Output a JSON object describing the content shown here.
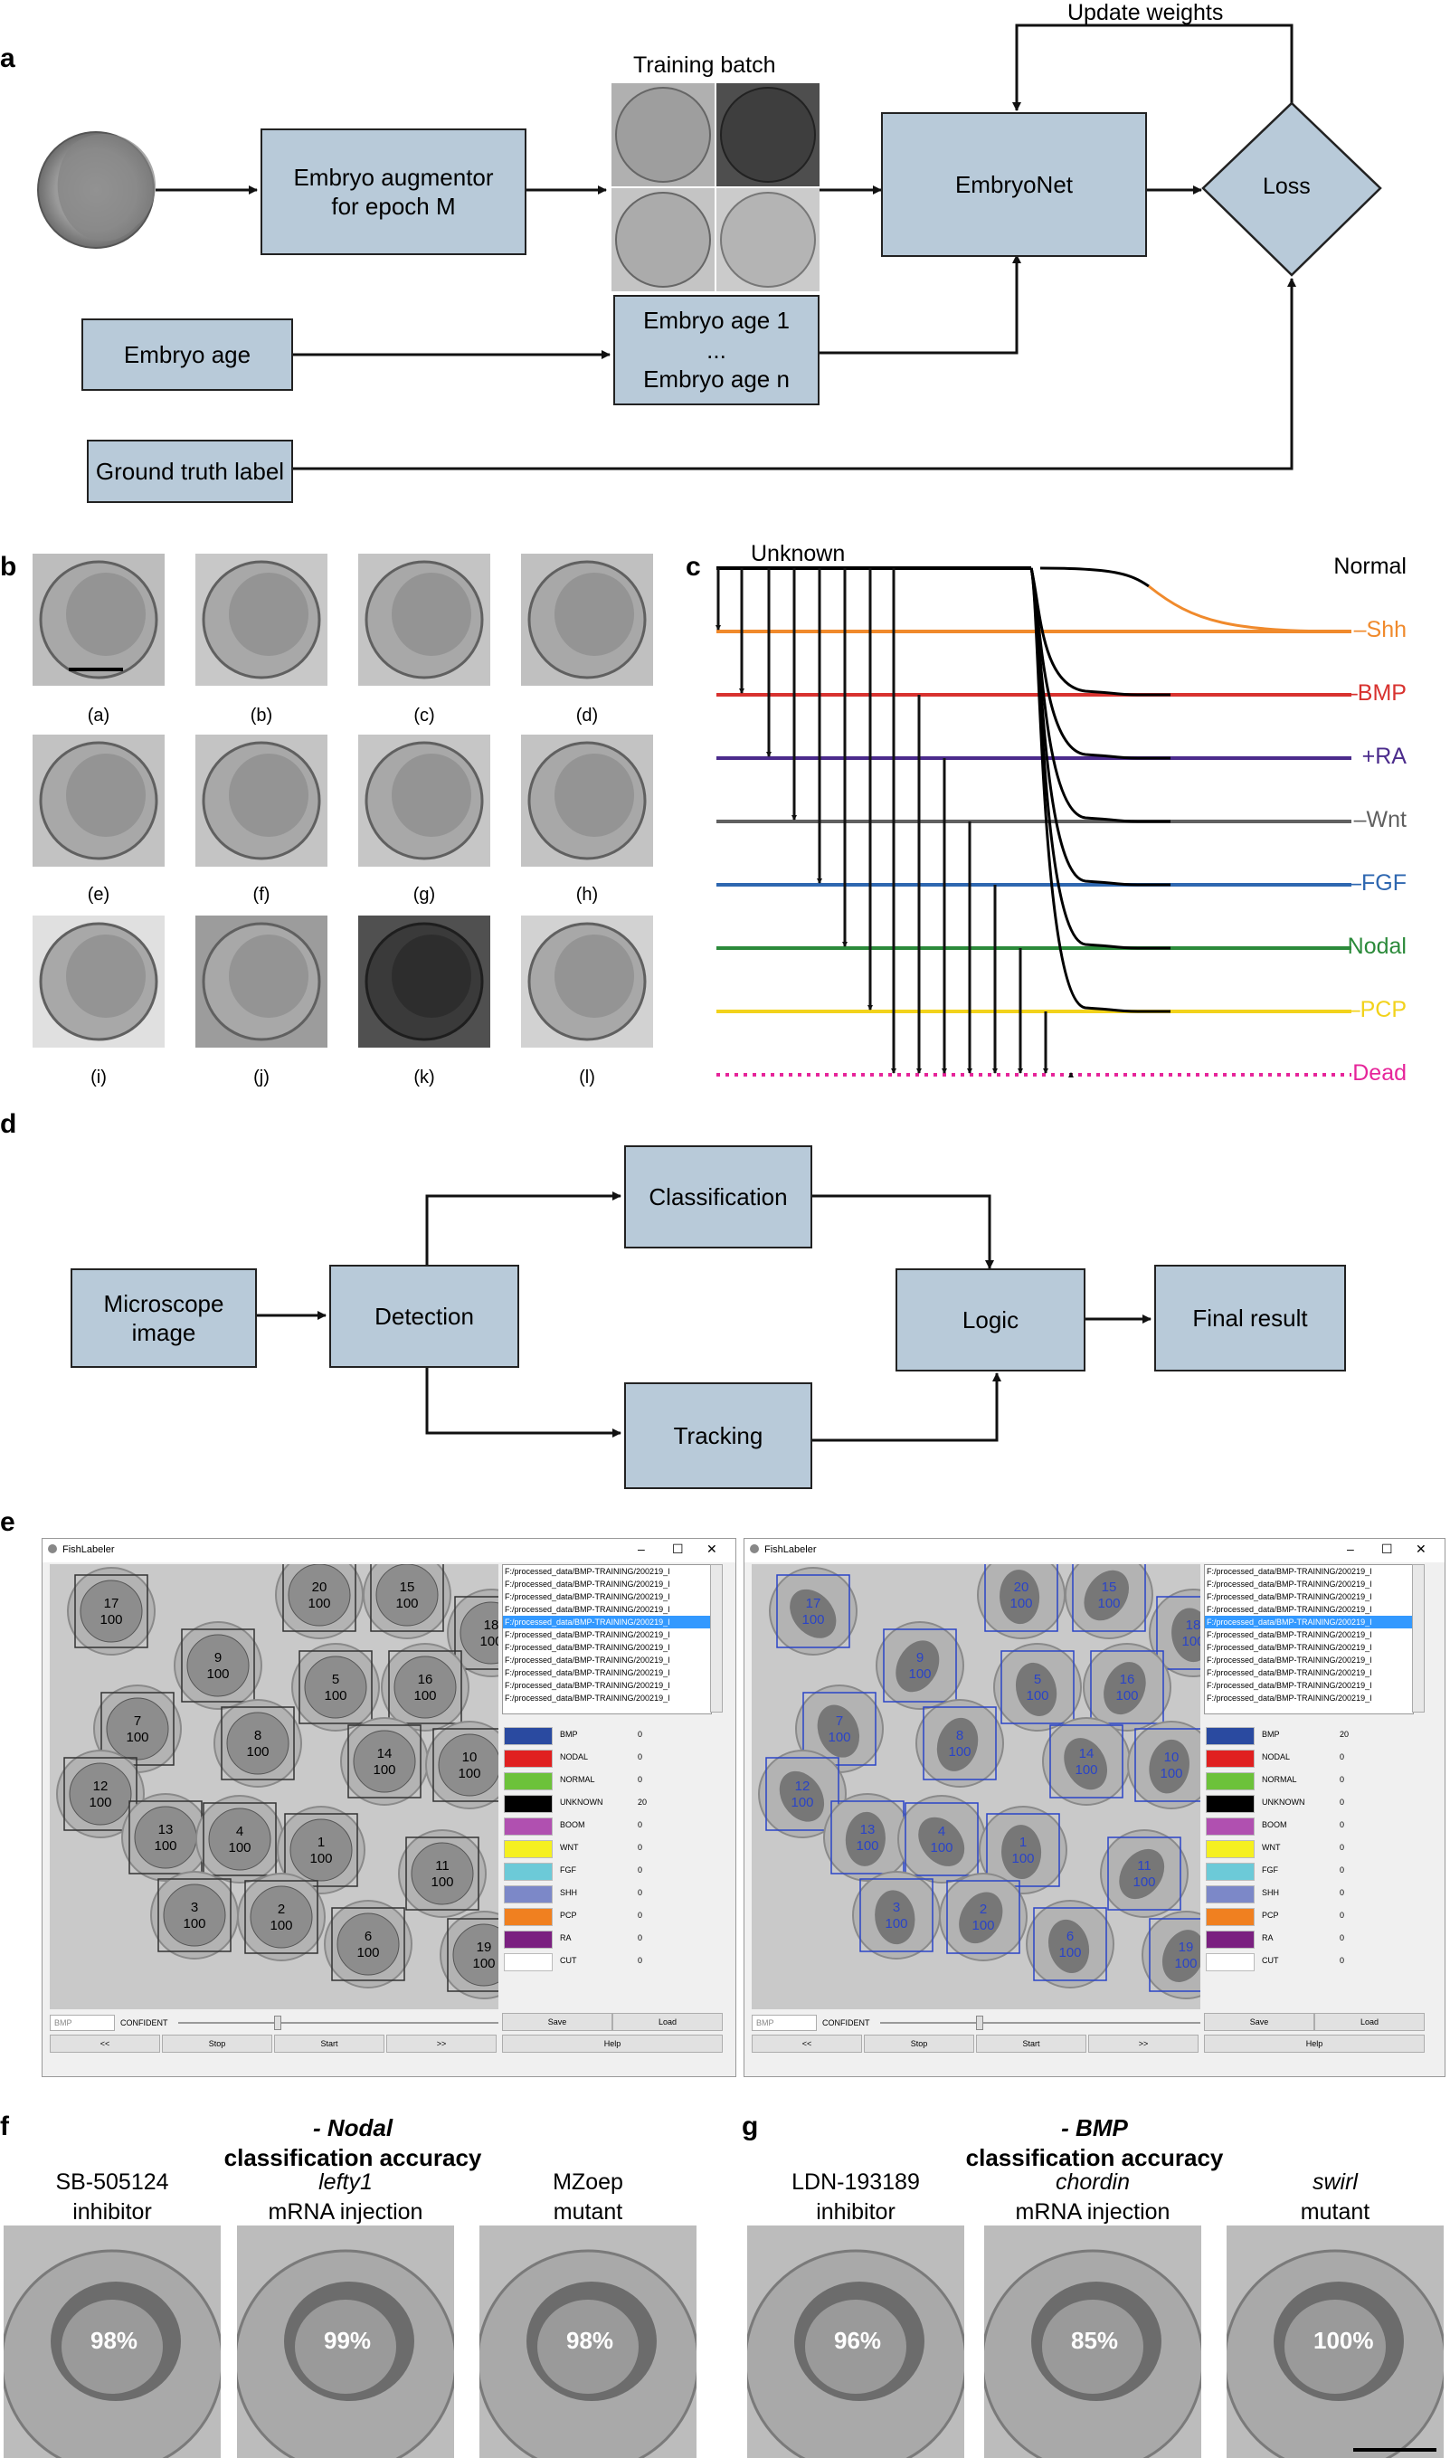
{
  "panels": {
    "a": "a",
    "b": "b",
    "c": "c",
    "d": "d",
    "e": "e",
    "f": "f",
    "g": "g"
  },
  "panel_a": {
    "augmentor": "Embryo augmentor for epoch M",
    "training_batch": "Training batch",
    "embryonet": "EmbryoNet",
    "loss": "Loss",
    "update_weights": "Update weights",
    "embryo_age": "Embryo age",
    "age_list": [
      "Embryo  age 1",
      "...",
      "Embryo age n"
    ],
    "ground_truth": "Ground truth label"
  },
  "panel_b": {
    "captions": [
      "(a)",
      "(b)",
      "(c)",
      "(d)",
      "(e)",
      "(f)",
      "(g)",
      "(h)",
      "(i)",
      "(j)",
      "(k)",
      "(l)"
    ],
    "backgrounds": [
      "#bdbdbd",
      "#c8c8c8",
      "#c4c4c4",
      "#c0c0c0",
      "#c2c2c2",
      "#c4c4c4",
      "#c6c6c6",
      "#c3c3c3",
      "#e0e0e0",
      "#9c9c9c",
      "#505050",
      "#d2d2d2"
    ]
  },
  "panel_c": {
    "unknown": "Unknown",
    "classes": [
      {
        "name": "Normal",
        "color": "#000000"
      },
      {
        "name": "–Shh",
        "color": "#f08a2c"
      },
      {
        "name": "–BMP",
        "color": "#d8322f"
      },
      {
        "name": "+RA",
        "color": "#4b2b8c"
      },
      {
        "name": "–Wnt",
        "color": "#606060"
      },
      {
        "name": "–FGF",
        "color": "#2e67b0"
      },
      {
        "name": "–Nodal",
        "color": "#2b8a3a"
      },
      {
        "name": "–PCP",
        "color": "#f2d21b"
      },
      {
        "name": "Dead",
        "color": "#e6259a"
      }
    ]
  },
  "panel_d": {
    "microscope": "Microscope image",
    "detection": "Detection",
    "classification": "Classification",
    "tracking": "Tracking",
    "logic": "Logic",
    "final": "Final result"
  },
  "panel_e": {
    "window_title": "FishLabeler",
    "file_entry": "F:/processed_data/BMP-TRAINING/200219_I",
    "legend": [
      {
        "name": "BMP",
        "color": "#2a4aa0"
      },
      {
        "name": "NODAL",
        "color": "#e02020"
      },
      {
        "name": "NORMAL",
        "color": "#6cc23a"
      },
      {
        "name": "UNKNOWN",
        "color": "#000000"
      },
      {
        "name": "BOOM",
        "color": "#b050b0"
      },
      {
        "name": "WNT",
        "color": "#f5f020"
      },
      {
        "name": "FGF",
        "color": "#6ccad8"
      },
      {
        "name": "SHH",
        "color": "#7c88c8"
      },
      {
        "name": "PCP",
        "color": "#f08020"
      },
      {
        "name": "RA",
        "color": "#7a2080"
      },
      {
        "name": "CUT",
        "color": "#ffffff"
      }
    ],
    "left_counts": [
      "0",
      "0",
      "0",
      "20",
      "0",
      "0",
      "0",
      "0",
      "0",
      "0",
      "0"
    ],
    "right_counts": [
      "20",
      "0",
      "0",
      "0",
      "0",
      "0",
      "0",
      "0",
      "0",
      "0",
      "0"
    ],
    "dropdown": "BMP",
    "confident": "CONFIDENT",
    "btn_save": "Save",
    "btn_load": "Load",
    "btn_prev": "<<",
    "btn_stop": "Stop",
    "btn_start": "Start",
    "btn_next": ">>",
    "btn_help": "Help",
    "embryo_ids": [
      "17",
      "20",
      "15",
      "18",
      "9",
      "5",
      "16",
      "7",
      "8",
      "14",
      "10",
      "12",
      "13",
      "4",
      "1",
      "11",
      "3",
      "2",
      "6",
      "19"
    ],
    "score": "100"
  },
  "panel_f": {
    "title_line1": "- Nodal",
    "title_line2": "classification accuracy",
    "items": [
      {
        "line1": "SB-505124",
        "line2": "inhibitor",
        "pct": "98%"
      },
      {
        "line1": "lefty1",
        "line2": "mRNA injection",
        "pct": "99%"
      },
      {
        "line1": "MZoep",
        "line2": "mutant",
        "pct": "98%"
      }
    ]
  },
  "panel_g": {
    "title_line1": "- BMP",
    "title_line2": "classification accuracy",
    "items": [
      {
        "line1": "LDN-193189",
        "line2": "inhibitor",
        "pct": "96%"
      },
      {
        "line1": "chordin",
        "line2": "mRNA injection",
        "pct": "85%"
      },
      {
        "line1": "swirl",
        "line2": "mutant",
        "pct": "100%"
      }
    ]
  }
}
